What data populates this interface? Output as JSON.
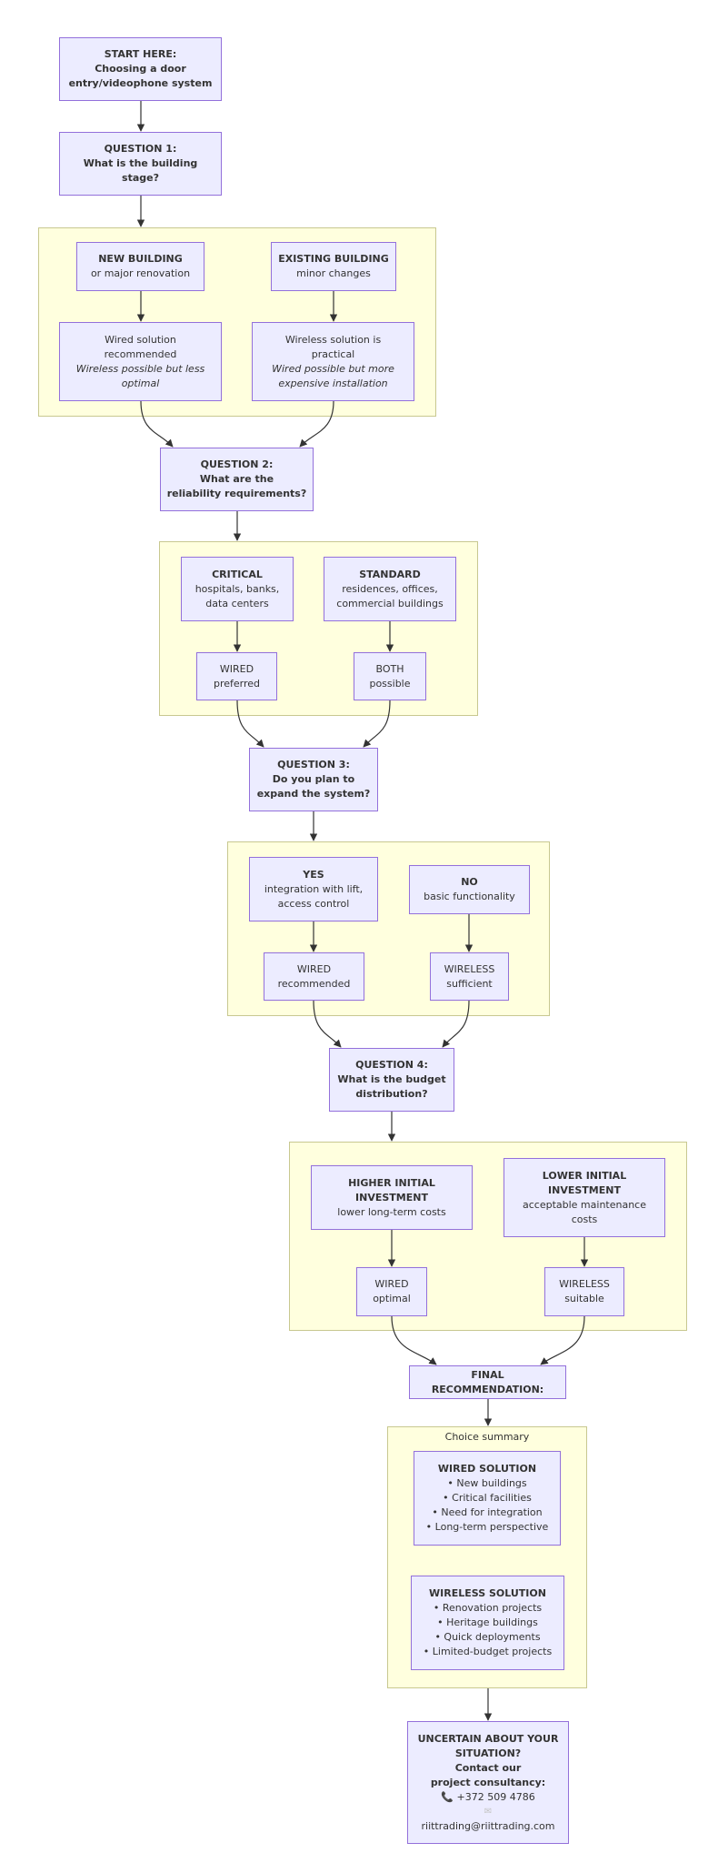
{
  "start": {
    "title": "START HERE:",
    "line1": "Choosing a door",
    "line2": "entry/videophone system"
  },
  "q1": {
    "title": "QUESTION 1:",
    "line1": "What is the building",
    "line2": "stage?",
    "new": {
      "title": "NEW BUILDING",
      "sub": "or major renovation"
    },
    "existing": {
      "title": "EXISTING BUILDING",
      "sub": "minor changes"
    },
    "wired": {
      "l1": "Wired solution",
      "l2": "recommended",
      "l3": "Wireless possible but less",
      "l4": "optimal"
    },
    "wireless": {
      "l1": "Wireless solution is",
      "l2": "practical",
      "l3": "Wired possible but more",
      "l4": "expensive installation"
    }
  },
  "q2": {
    "title": "QUESTION 2:",
    "line1": "What are the",
    "line2": "reliability requirements?",
    "critical": {
      "title": "CRITICAL",
      "l1": "hospitals, banks,",
      "l2": "data centers"
    },
    "standard": {
      "title": "STANDARD",
      "l1": "residences, offices,",
      "l2": "commercial buildings"
    },
    "wired": {
      "l1": "WIRED",
      "l2": "preferred"
    },
    "both": {
      "l1": "BOTH",
      "l2": "possible"
    }
  },
  "q3": {
    "title": "QUESTION 3:",
    "line1": "Do you plan to",
    "line2": "expand the system?",
    "yes": {
      "title": "YES",
      "l1": "integration with lift,",
      "l2": "access control"
    },
    "no": {
      "title": "NO",
      "l1": "basic functionality"
    },
    "wired": {
      "l1": "WIRED",
      "l2": "recommended"
    },
    "wireless": {
      "l1": "WIRELESS",
      "l2": "sufficient"
    }
  },
  "q4": {
    "title": "QUESTION 4:",
    "line1": "What is the budget",
    "line2": "distribution?",
    "higher": {
      "t1": "HIGHER INITIAL",
      "t2": "INVESTMENT",
      "l1": "lower long-term costs"
    },
    "lower": {
      "t1": "LOWER INITIAL",
      "t2": "INVESTMENT",
      "l1": "acceptable maintenance",
      "l2": "costs"
    },
    "wired": {
      "l1": "WIRED",
      "l2": "optimal"
    },
    "wireless": {
      "l1": "WIRELESS",
      "l2": "suitable"
    }
  },
  "final": {
    "title": "FINAL RECOMMENDATION:"
  },
  "summary": {
    "title": "Choice summary",
    "wired": {
      "title": "WIRED SOLUTION",
      "items": [
        "• New buildings",
        "• Critical facilities",
        "• Need for integration",
        "• Long-term perspective"
      ]
    },
    "wireless": {
      "title": "WIRELESS SOLUTION",
      "items": [
        "• Renovation projects",
        "• Heritage buildings",
        "• Quick deployments",
        "• Limited-budget projects"
      ]
    }
  },
  "contact": {
    "l1": "UNCERTAIN ABOUT YOUR",
    "l2": "SITUATION?",
    "l3": "Contact our",
    "l4": "project consultancy:",
    "phone_icon": "📞",
    "phone": "+372 509 4786",
    "email_icon": "✉",
    "email": "riittrading@riittrading.com"
  }
}
